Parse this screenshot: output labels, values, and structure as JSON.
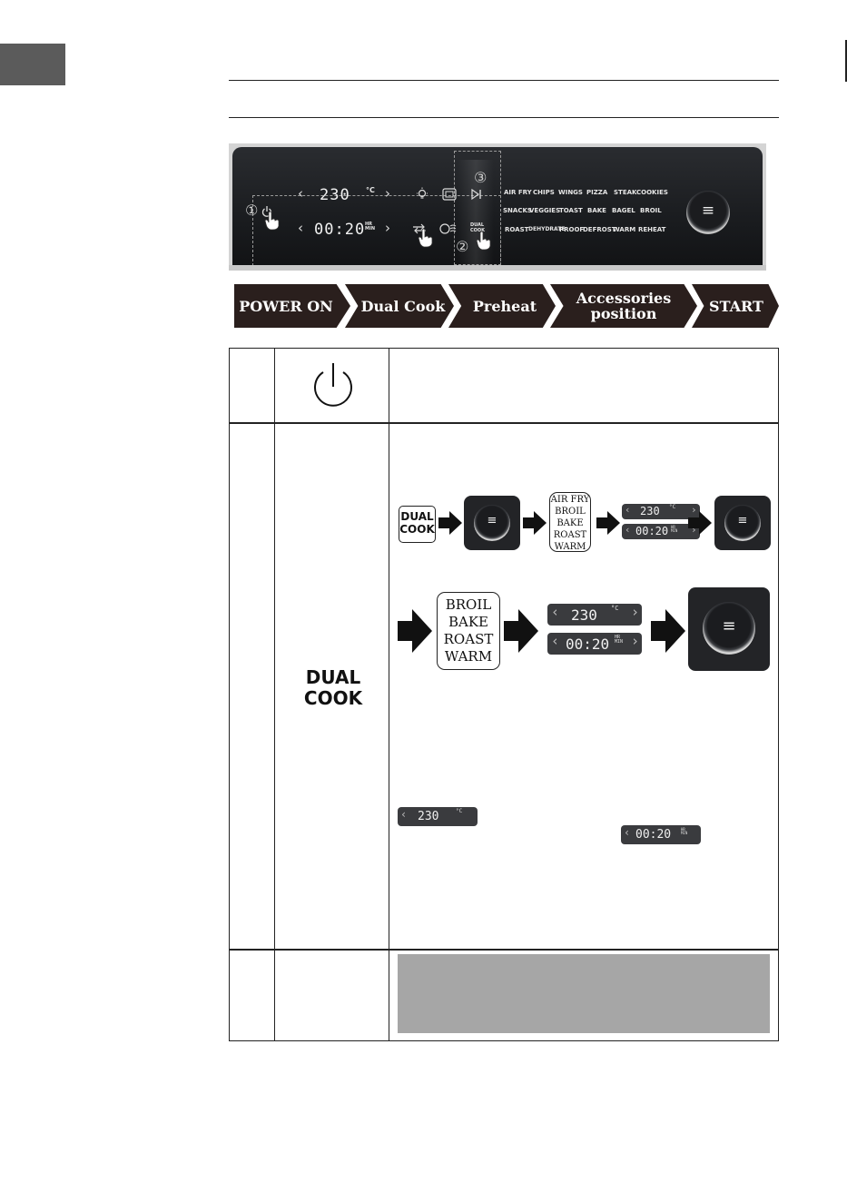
{
  "panel": {
    "temp": "230",
    "temp_unit": "°C",
    "time": "00:20",
    "time_unit": "HR MIN",
    "markers": [
      "①",
      "②",
      "③"
    ],
    "dual_cook_key": "DUAL COOK",
    "program_rows": [
      [
        "AIR FRY",
        "CHIPS",
        "WINGS",
        "PIZZA",
        "STEAK",
        "COOKIES"
      ],
      [
        "SNACKS",
        "VEGGIES",
        "TOAST",
        "BAKE",
        "BAGEL",
        "BROIL"
      ],
      [
        "ROAST",
        "DEHYDRATE",
        "PROOF",
        "DEFROST",
        "WARM",
        "REHEAT"
      ]
    ],
    "knob_icon": "≡"
  },
  "steps": [
    "POWER ON",
    "Dual Cook",
    "Preheat",
    "Accessories position",
    "START"
  ],
  "rows": {
    "power": {
      "icon": "power-icon"
    },
    "dual_cook": {
      "label_line1": "DUAL",
      "label_line2": "COOK",
      "key_line1": "DUAL",
      "key_line2": "COOK",
      "menu_small": [
        "AIR FRY",
        "BROIL",
        "BAKE",
        "ROAST",
        "WARM"
      ],
      "menu_large": [
        "BROIL",
        "BAKE",
        "ROAST",
        "WARM"
      ],
      "temp": "230",
      "time": "00:20",
      "temp_unit": "°C",
      "time_unit": "HR MIN",
      "knob_icon": "≡"
    }
  },
  "colors": {
    "step_fill": "#2a1f1d",
    "panel_dark": "#1a1c1f",
    "note_gray": "#a6a6a6",
    "side_tab": "#5b5b5b"
  }
}
